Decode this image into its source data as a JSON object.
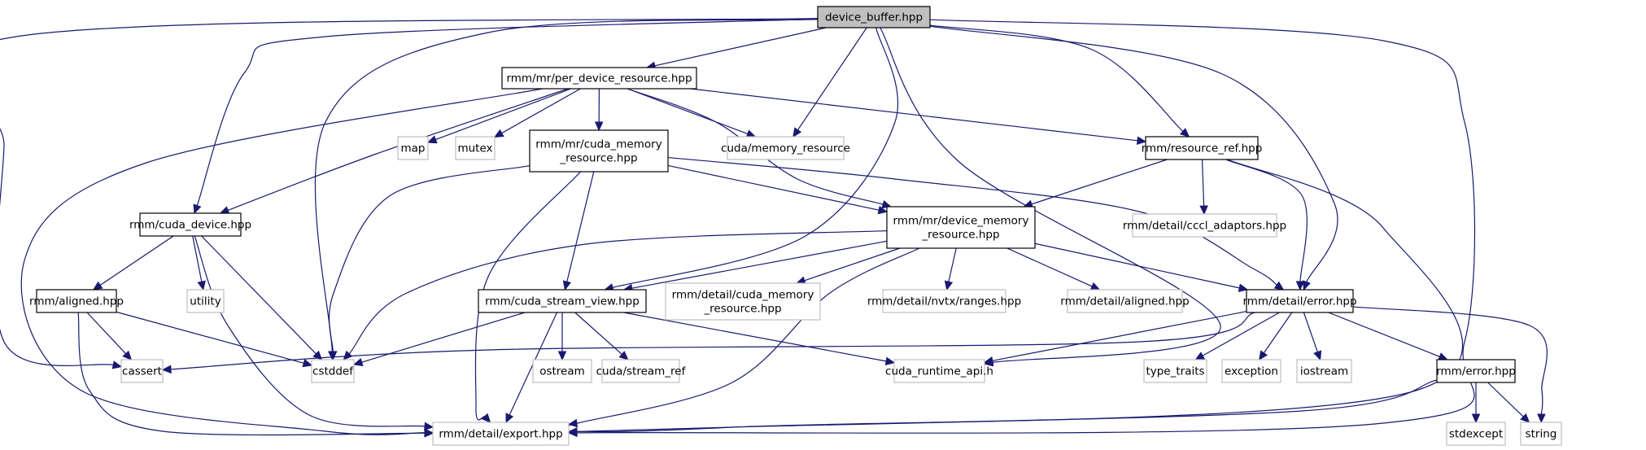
{
  "title": "device_buffer.hpp include dependency graph",
  "colors": {
    "edge": "#191970",
    "root_fill": "#bfbfbf",
    "local_border": "#000000",
    "system_border": "#bfbfbf"
  },
  "nodes": [
    {
      "id": "device_buffer",
      "lines": [
        "device_buffer.hpp"
      ],
      "kind": "root"
    },
    {
      "id": "per_device_resource",
      "lines": [
        "rmm/mr/per_device_resource.hpp"
      ],
      "kind": "local"
    },
    {
      "id": "cuda_memory_resource",
      "lines": [
        "rmm/mr/cuda_memory",
        "_resource.hpp"
      ],
      "kind": "local"
    },
    {
      "id": "cuda_mr_std",
      "lines": [
        "cuda/memory_resource"
      ],
      "kind": "system"
    },
    {
      "id": "map",
      "lines": [
        "map"
      ],
      "kind": "system"
    },
    {
      "id": "mutex",
      "lines": [
        "mutex"
      ],
      "kind": "system"
    },
    {
      "id": "resource_ref",
      "lines": [
        "rmm/resource_ref.hpp"
      ],
      "kind": "local"
    },
    {
      "id": "cuda_device",
      "lines": [
        "rmm/cuda_device.hpp"
      ],
      "kind": "local"
    },
    {
      "id": "device_memory_resource",
      "lines": [
        "rmm/mr/device_memory",
        "_resource.hpp"
      ],
      "kind": "local"
    },
    {
      "id": "cccl_adaptors",
      "lines": [
        "rmm/detail/cccl_adaptors.hpp"
      ],
      "kind": "system"
    },
    {
      "id": "aligned",
      "lines": [
        "rmm/aligned.hpp"
      ],
      "kind": "local"
    },
    {
      "id": "utility",
      "lines": [
        "utility"
      ],
      "kind": "system"
    },
    {
      "id": "cuda_stream_view",
      "lines": [
        "rmm/cuda_stream_view.hpp"
      ],
      "kind": "local"
    },
    {
      "id": "detail_cuda_memory_resource",
      "lines": [
        "rmm/detail/cuda_memory",
        "_resource.hpp"
      ],
      "kind": "system"
    },
    {
      "id": "nvtx_ranges",
      "lines": [
        "rmm/detail/nvtx/ranges.hpp"
      ],
      "kind": "system"
    },
    {
      "id": "detail_aligned",
      "lines": [
        "rmm/detail/aligned.hpp"
      ],
      "kind": "system"
    },
    {
      "id": "detail_error",
      "lines": [
        "rmm/detail/error.hpp"
      ],
      "kind": "local"
    },
    {
      "id": "cassert",
      "lines": [
        "cassert"
      ],
      "kind": "system"
    },
    {
      "id": "cstddef",
      "lines": [
        "cstddef"
      ],
      "kind": "system"
    },
    {
      "id": "ostream",
      "lines": [
        "ostream"
      ],
      "kind": "system"
    },
    {
      "id": "stream_ref",
      "lines": [
        "cuda/stream_ref"
      ],
      "kind": "system"
    },
    {
      "id": "cuda_runtime_api",
      "lines": [
        "cuda_runtime_api.h"
      ],
      "kind": "system"
    },
    {
      "id": "type_traits",
      "lines": [
        "type_traits"
      ],
      "kind": "system"
    },
    {
      "id": "exception",
      "lines": [
        "exception"
      ],
      "kind": "system"
    },
    {
      "id": "iostream",
      "lines": [
        "iostream"
      ],
      "kind": "system"
    },
    {
      "id": "rmm_error",
      "lines": [
        "rmm/error.hpp"
      ],
      "kind": "local"
    },
    {
      "id": "export",
      "lines": [
        "rmm/detail/export.hpp"
      ],
      "kind": "system"
    },
    {
      "id": "stdexcept",
      "lines": [
        "stdexcept"
      ],
      "kind": "system"
    },
    {
      "id": "string",
      "lines": [
        "string"
      ],
      "kind": "system"
    }
  ],
  "edges": [
    [
      "device_buffer",
      "per_device_resource"
    ],
    [
      "device_buffer",
      "cuda_mr_std"
    ],
    [
      "device_buffer",
      "resource_ref"
    ],
    [
      "device_buffer",
      "cuda_device"
    ],
    [
      "device_buffer",
      "cassert"
    ],
    [
      "device_buffer",
      "cstddef"
    ],
    [
      "device_buffer",
      "cuda_stream_view"
    ],
    [
      "device_buffer",
      "cuda_runtime_api"
    ],
    [
      "device_buffer",
      "detail_error"
    ],
    [
      "device_buffer",
      "export"
    ],
    [
      "per_device_resource",
      "map"
    ],
    [
      "per_device_resource",
      "mutex"
    ],
    [
      "per_device_resource",
      "cuda_memory_resource"
    ],
    [
      "per_device_resource",
      "cuda_mr_std"
    ],
    [
      "per_device_resource",
      "resource_ref"
    ],
    [
      "per_device_resource",
      "cuda_device"
    ],
    [
      "per_device_resource",
      "device_memory_resource"
    ],
    [
      "per_device_resource",
      "export"
    ],
    [
      "cuda_memory_resource",
      "device_memory_resource"
    ],
    [
      "cuda_memory_resource",
      "cuda_stream_view"
    ],
    [
      "cuda_memory_resource",
      "cstddef"
    ],
    [
      "cuda_memory_resource",
      "detail_error"
    ],
    [
      "cuda_memory_resource",
      "export"
    ],
    [
      "resource_ref",
      "device_memory_resource"
    ],
    [
      "resource_ref",
      "cccl_adaptors"
    ],
    [
      "resource_ref",
      "detail_error"
    ],
    [
      "resource_ref",
      "export"
    ],
    [
      "cuda_device",
      "aligned"
    ],
    [
      "cuda_device",
      "utility"
    ],
    [
      "cuda_device",
      "cstddef"
    ],
    [
      "cuda_device",
      "export"
    ],
    [
      "device_memory_resource",
      "cuda_stream_view"
    ],
    [
      "device_memory_resource",
      "detail_cuda_memory_resource"
    ],
    [
      "device_memory_resource",
      "nvtx_ranges"
    ],
    [
      "device_memory_resource",
      "detail_aligned"
    ],
    [
      "device_memory_resource",
      "detail_error"
    ],
    [
      "device_memory_resource",
      "cstddef"
    ],
    [
      "device_memory_resource",
      "export"
    ],
    [
      "aligned",
      "cassert"
    ],
    [
      "aligned",
      "cstddef"
    ],
    [
      "aligned",
      "export"
    ],
    [
      "cuda_stream_view",
      "cstddef"
    ],
    [
      "cuda_stream_view",
      "ostream"
    ],
    [
      "cuda_stream_view",
      "stream_ref"
    ],
    [
      "cuda_stream_view",
      "cuda_runtime_api"
    ],
    [
      "cuda_stream_view",
      "export"
    ],
    [
      "detail_error",
      "cassert"
    ],
    [
      "detail_error",
      "cuda_runtime_api"
    ],
    [
      "detail_error",
      "type_traits"
    ],
    [
      "detail_error",
      "exception"
    ],
    [
      "detail_error",
      "iostream"
    ],
    [
      "detail_error",
      "rmm_error"
    ],
    [
      "detail_error",
      "string"
    ],
    [
      "rmm_error",
      "stdexcept"
    ],
    [
      "rmm_error",
      "string"
    ],
    [
      "rmm_error",
      "export"
    ]
  ]
}
